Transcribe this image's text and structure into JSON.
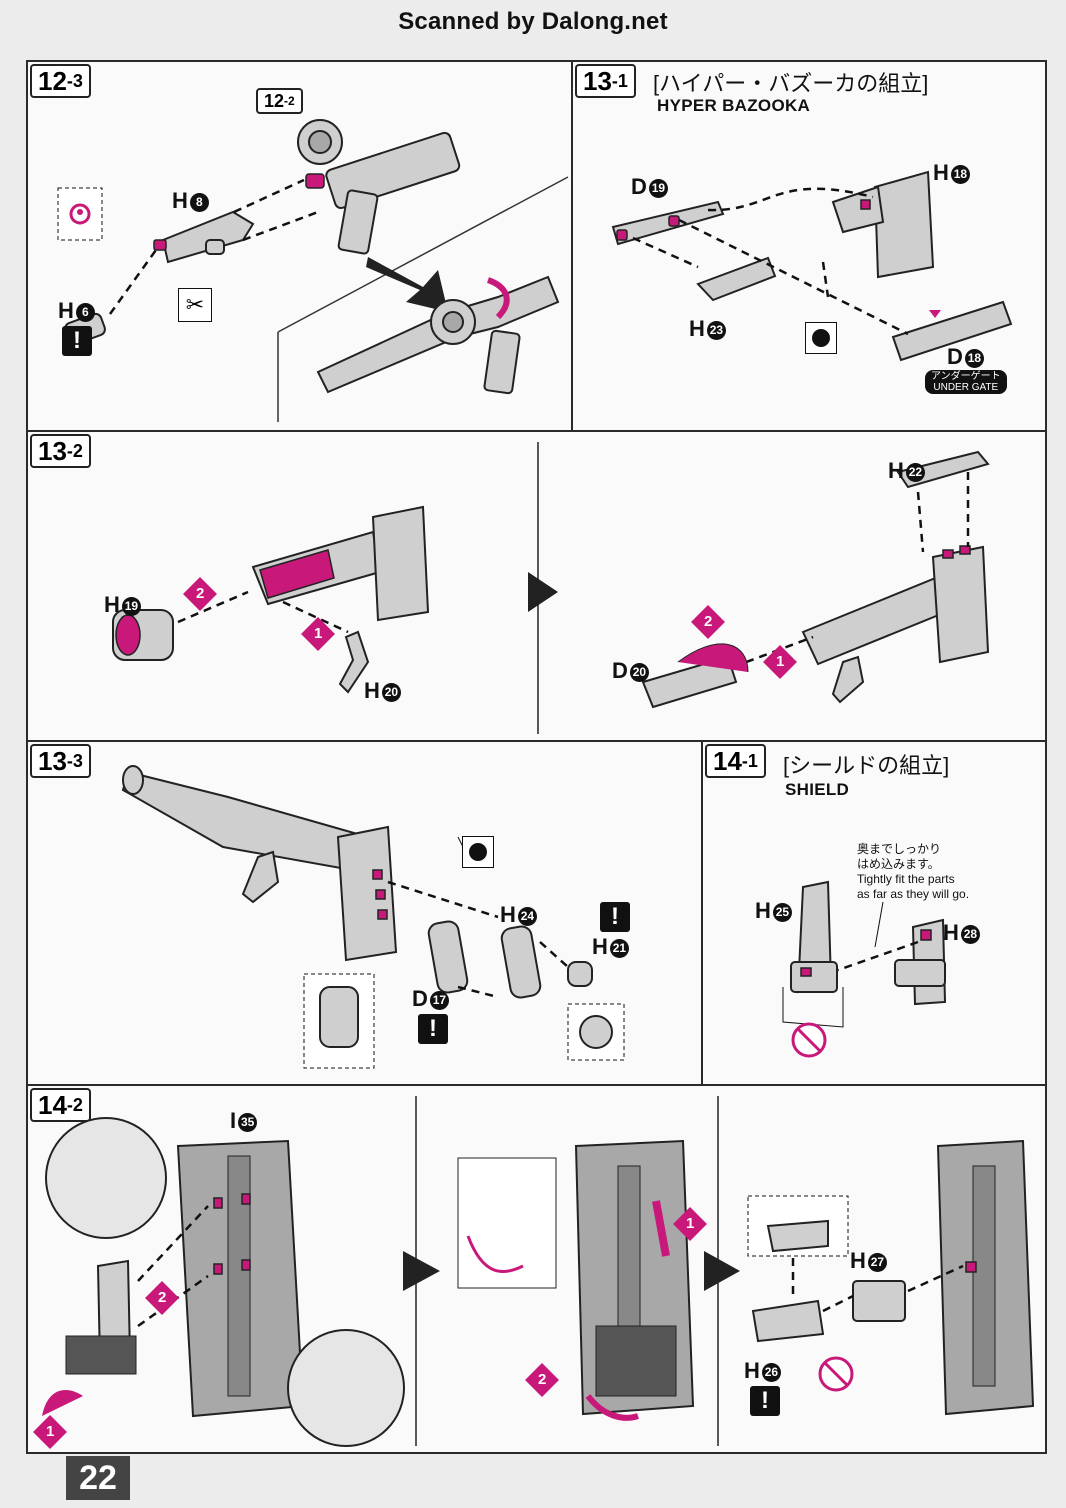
{
  "header": {
    "text": "Scanned by Dalong.net"
  },
  "page_number": "22",
  "colors": {
    "accent": "#c8197a",
    "panel_border": "#2a2a2a",
    "background": "#ececec"
  },
  "panels": {
    "p12_3": {
      "step_main": "12",
      "step_sub": "-3",
      "ref_main": "12",
      "ref_sub": "-2",
      "labels": {
        "h8": "H",
        "h8n": "8",
        "h6": "H",
        "h6n": "6"
      }
    },
    "p13_1": {
      "step_main": "13",
      "step_sub": "-1",
      "title_jp": "[ハイパー・バズーカの組立]",
      "title_en": "HYPER BAZOOKA",
      "labels": {
        "d19": "D",
        "d19n": "19",
        "h18": "H",
        "h18n": "18",
        "h23": "H",
        "h23n": "23",
        "d18": "D",
        "d18n": "18"
      },
      "under_gate_jp": "アンダーゲート",
      "under_gate_en": "UNDER GATE"
    },
    "p13_2": {
      "step_main": "13",
      "step_sub": "-2",
      "labels": {
        "h19": "H",
        "h19n": "19",
        "h20": "H",
        "h20n": "20",
        "h22": "H",
        "h22n": "22",
        "d20": "D",
        "d20n": "20"
      },
      "nums": [
        "1",
        "2",
        "1",
        "2"
      ]
    },
    "p13_3": {
      "step_main": "13",
      "step_sub": "-3",
      "labels": {
        "h24": "H",
        "h24n": "24",
        "h21": "H",
        "h21n": "21",
        "d17": "D",
        "d17n": "17"
      }
    },
    "p14_1": {
      "step_main": "14",
      "step_sub": "-1",
      "title_jp": "[シールドの組立]",
      "title_en": "SHIELD",
      "note_jp_1": "奥までしっかり",
      "note_jp_2": "はめ込みます。",
      "note_en_1": "Tightly fit the parts",
      "note_en_2": "as far as they will go.",
      "labels": {
        "h25": "H",
        "h25n": "25",
        "h28": "H",
        "h28n": "28"
      }
    },
    "p14_2": {
      "step_main": "14",
      "step_sub": "-2",
      "labels": {
        "i35": "I",
        "i35n": "35",
        "h27": "H",
        "h27n": "27",
        "h26": "H",
        "h26n": "26"
      },
      "nums": [
        "2",
        "1",
        "1",
        "2"
      ]
    }
  },
  "icons": {
    "warning": "!",
    "nipper": "nipper-icon",
    "sticker": "sticker-dot-icon"
  }
}
